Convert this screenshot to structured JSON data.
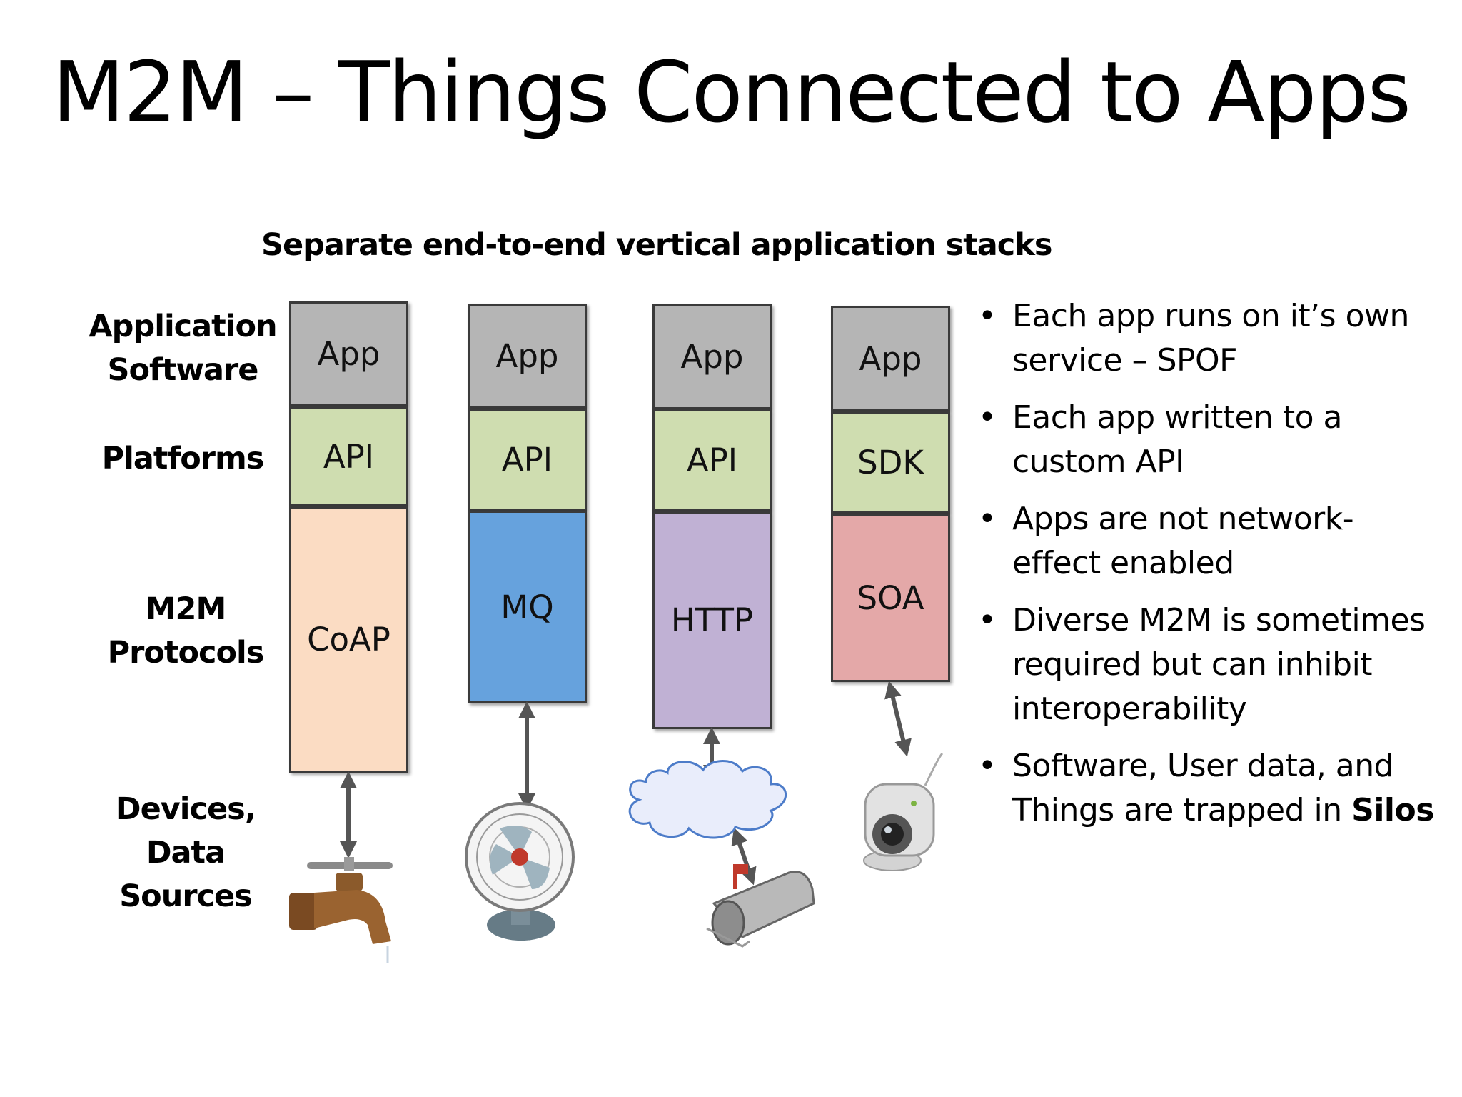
{
  "title": "M2M – Things Connected to Apps",
  "subtitle": "Separate end-to-end vertical application stacks",
  "row_labels": {
    "app_software": [
      "Application",
      "Software"
    ],
    "platforms": [
      "Platforms"
    ],
    "protocols": [
      "M2M",
      "Protocols"
    ],
    "devices": [
      "Devices,",
      "Data",
      "Sources"
    ]
  },
  "stacks": [
    {
      "app": "App",
      "platform": "API",
      "protocol": "CoAP",
      "protocol_color": "#fbdcc3",
      "device": "faucet-icon"
    },
    {
      "app": "App",
      "platform": "API",
      "protocol": "MQ",
      "protocol_color": "#66a2dd",
      "device": "fan-icon"
    },
    {
      "app": "App",
      "platform": "API",
      "protocol": "HTTP",
      "protocol_color": "#c0b1d4",
      "device": "mailbox-icon"
    },
    {
      "app": "App",
      "platform": "SDK",
      "protocol": "SOA",
      "protocol_color": "#e4a8a8",
      "device": "webcam-icon"
    }
  ],
  "bullets": [
    {
      "text": "Each app runs on it’s own service – SPOF",
      "bold": ""
    },
    {
      "text": "Each app written to a custom API",
      "bold": ""
    },
    {
      "text": "Apps are not network-effect enabled",
      "bold": ""
    },
    {
      "text": "Diverse M2M is sometimes required but can inhibit interoperability",
      "bold": ""
    },
    {
      "text": "Software, User data, and Things are trapped in",
      "bold": "Silos"
    }
  ],
  "colors": {
    "app": "#b5b5b5",
    "platform": "#cfddb0",
    "border": "#3a3a3a",
    "arrow": "#555555"
  }
}
